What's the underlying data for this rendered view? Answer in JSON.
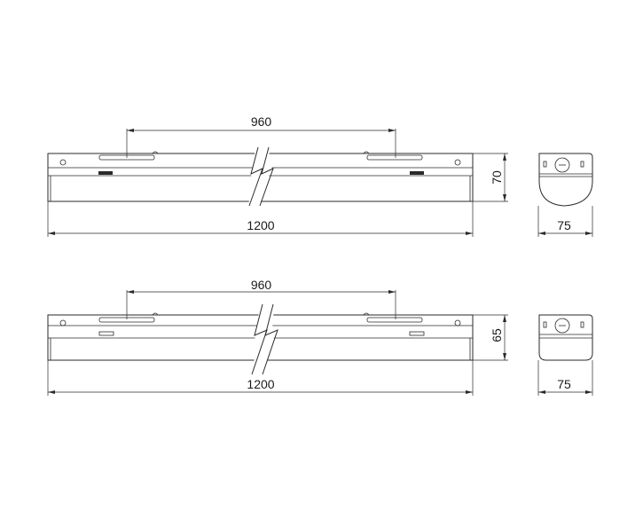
{
  "drawings": [
    {
      "id": "fixture-1",
      "dim_mount_spacing": "960",
      "dim_length": "1200",
      "dim_height": "70",
      "dim_width": "75"
    },
    {
      "id": "fixture-2",
      "dim_mount_spacing": "960",
      "dim_length": "1200",
      "dim_height": "65",
      "dim_width": "75"
    }
  ]
}
